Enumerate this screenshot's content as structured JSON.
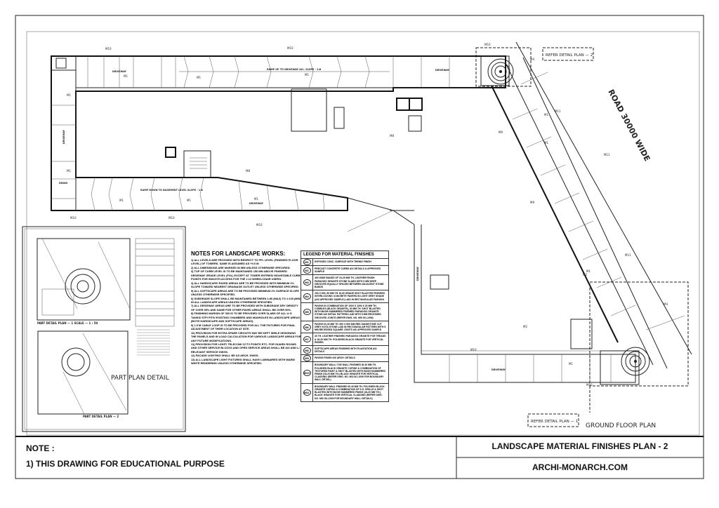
{
  "sheet": {
    "plan_title": "GROUND FLOOR PLAN",
    "road_label": "ROAD 30000 WIDE",
    "refer_detail_1": "REFER DETAIL PLAN — 1",
    "refer_detail_2": "REFER DETAIL PLAN — 2",
    "part_plan_detail": "PART PLAN DETAIL",
    "part_detail_plan_1": "PART DETAIL PLAN — 1   SCALE — 1 : 50",
    "part_detail_plan_2": "PART DETAIL PLAN — 2"
  },
  "plan_labels": {
    "driveway": "DRIVEWAY",
    "ramp_up": "RAMP UP TO DRIVEWAY LVL. SLOPE - 1:8",
    "ramp_down": "RAMP DOWN TO BASEMENT LEVEL SLOPE - 1:8",
    "drain": "DRAIN",
    "m1": "M1",
    "m2": "M2",
    "m3": "M3",
    "m4": "M4",
    "m8": "M8",
    "m9": "M9",
    "m10": "M10",
    "m11": "M11"
  },
  "notes": {
    "title": "NOTES FOR LANDSCAPE WORKS:",
    "items": [
      "1) All levels are provided with respect to FFL level (finished floor level) of towers. Same is assumed as +0.0 M.",
      "2) All dimensions are marked in MM unless otherwise specified.",
      "3) Top of curb level is to be maintained 150 mm above finished driveway grade level (FGL) except at tower entries/ mountable curb points for smooth access for the 1:12 wheelchair users.",
      "4) All hardscape/ paved areas are to be provided with minimum 1% slope toward nearest drainage outlet unless otherwise specified.",
      "5) All softscape areas are to be provided minimum 2% surface slope unless otherwise specified.",
      "6) Subgrade slope shall be maintained between 1:80 (max) to 1:100 (min) in all landscape areas unless otherwise specified.",
      "7) All driveway areas are to be provided with subgrade dry density of over 95% and same for other paved areas shall be over 90%.",
      "8) Finishing margin of 300 is to be provided over slabs of all U.G. tanks/ STP/ pits/ existing chambers and manholes in landscape areas (both hardscape and softscape areas).",
      "9) 1.5 M cable loop is to be provided for all the fixtures for final adjustment of their location at site.",
      "10) Provision for extra spare circuits may be kept while designing the panels and in load calculation for various landscape areas for any future modifications.",
      "11) Provision for light/ telecom/ CCTV points etc. for guard rooms and other service blocks and open service areas shall be as/ and L/ relevant service dwgs.",
      "12) Facade lighting shall be as arch. dwgs.",
      "13) All landscape light fixtures shall have luminaires with warm white rendering unless otherwise specified."
    ]
  },
  "legend": {
    "title": "LEGEND FOR MATERIAL FINISHES",
    "items": [
      {
        "code": "M1",
        "text": "Exposed conc. surface with tremix finish"
      },
      {
        "code": "M2",
        "text": "Precast concrete curbs as/ details & approved sample"
      },
      {
        "code": "M3",
        "text": "400 wide bands of 15-20 mm th. leather finish paradiso granite stone slabs with 5 mm deep grooves equally spaced between adjacent stone bands"
      },
      {
        "code": "M4",
        "text": "200 x 800, 80 mm th. M-30 grade shot blasted finished interlocking concrete pavers in light grey shade (as/ approved sample) laid in rectangular fashion"
      },
      {
        "code": "M5",
        "text": "Paving in combination of 1000 x 1000 x 20 mm th. cobbles (black granite), 40 mm th. shot blasted with bush hammered finished paradiso granite stone as/ detail pattern laid with 5 mm recessed grooved joints (refer dwg. no. MS/ 8/1-1006)"
      },
      {
        "code": "M6",
        "text": "Paving in 40 mm th. 600 x 600 mm red sandstone cut grey kota stone laid in rectangular pattern with 5 mm recessed square joints as/ approved sample"
      },
      {
        "code": "M7",
        "text": "40 th. leather finished paradiso granite for treads & 18-20 mm th. polished black granite for vertical risers"
      },
      {
        "code": "M8",
        "text": "Softscape areas finished with plantation as/ details"
      },
      {
        "code": "M9",
        "text": "Paving finish as/ arch. details"
      },
      {
        "code": "M10",
        "text": "Boundary wall/ toe wall finished in 40 mm th. polished black granite coping & combination of textured paint & shot blasted with bush hammered finish (18-20 mm th.) black granite for vertical cladding (refer dwg. no. MS/ 8/1-1006 for boundary wall detail)"
      },
      {
        "code": "M11",
        "text": "Boundary wall finished in 40 mm th. polished black granite coping & combination of S.S. grille & shot blasted with bush hammered finish (18-20 mm th.) black granite for vertical cladding (refer dwg. no. MS/ 8/1-1006 for boundary wall details)"
      }
    ]
  },
  "title_block": {
    "note_heading": "NOTE :",
    "note_1": "1) THIS DRAWING FOR EDUCATIONAL PURPOSE",
    "drawing_title": "LANDSCAPE MATERIAL FINISHES PLAN - 2",
    "website": "ARCHI-MONARCH.COM"
  }
}
